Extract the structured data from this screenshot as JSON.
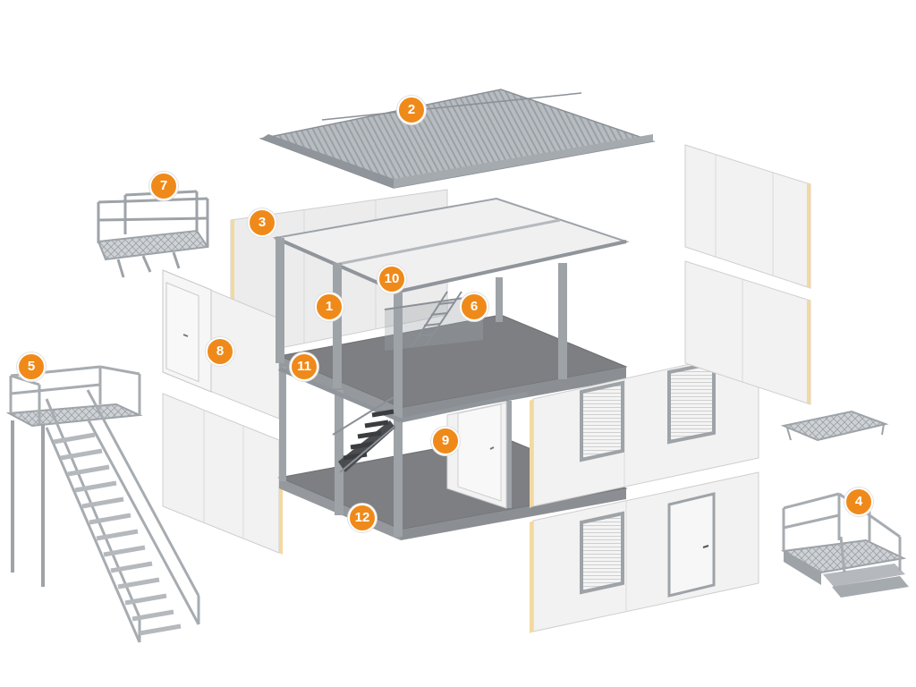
{
  "colors": {
    "accent": "#ef8a1a",
    "steel": "#9ea3a8",
    "panel": "#f2f2f2",
    "insulation": "#f3d9a0",
    "floor": "#7d7f82"
  },
  "callouts": [
    {
      "id": "1",
      "label": "1",
      "part": "frame"
    },
    {
      "id": "2",
      "label": "2",
      "part": "roof"
    },
    {
      "id": "3",
      "label": "3",
      "part": "rear-wall-panel"
    },
    {
      "id": "4",
      "label": "4",
      "part": "entrance-steps"
    },
    {
      "id": "5",
      "label": "5",
      "part": "external-staircase"
    },
    {
      "id": "6",
      "label": "6",
      "part": "internal-staircase-upper"
    },
    {
      "id": "7",
      "label": "7",
      "part": "balcony-platform"
    },
    {
      "id": "8",
      "label": "8",
      "part": "side-wall-with-door"
    },
    {
      "id": "9",
      "label": "9",
      "part": "interior-partition"
    },
    {
      "id": "10",
      "label": "10",
      "part": "ceiling-panel"
    },
    {
      "id": "11",
      "label": "11",
      "part": "floor-frame"
    },
    {
      "id": "12",
      "label": "12",
      "part": "ground-floor-base"
    }
  ]
}
